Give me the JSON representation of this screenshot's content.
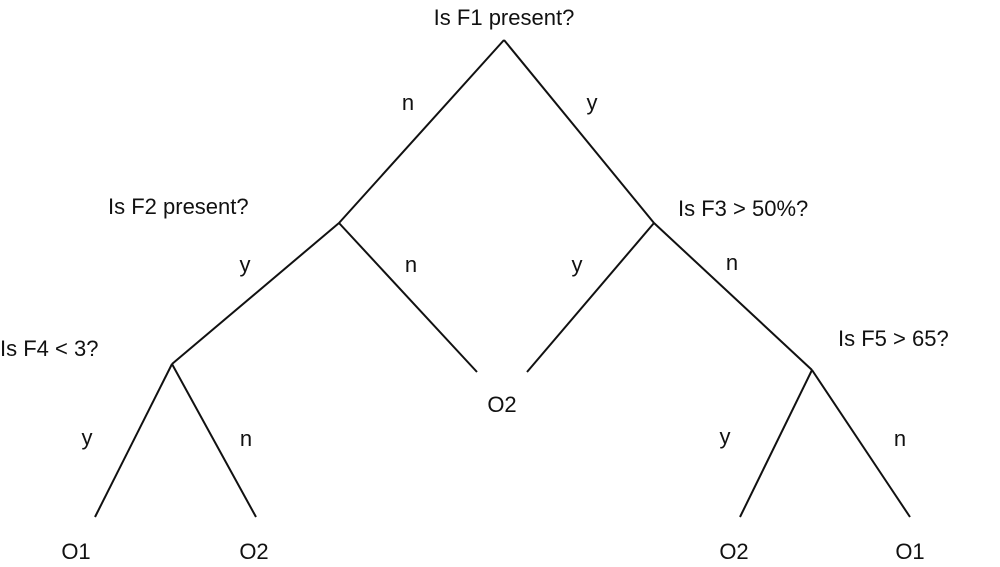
{
  "questions": {
    "q1": "Is F1 present?",
    "q2": "Is F2 present?",
    "q3": "Is F3 > 50%?",
    "q4": "Is F4 < 3?",
    "q5": "Is F5 > 65?"
  },
  "edges": {
    "q1_left": "n",
    "q1_right": "y",
    "q2_left": "y",
    "q2_right": "n",
    "q3_left": "y",
    "q3_right": "n",
    "q4_left": "y",
    "q4_right": "n",
    "q5_left": "y",
    "q5_right": "n"
  },
  "outcomes": {
    "q2_n": "O2",
    "q3_y": "O2",
    "q4_y": "O1",
    "q4_n": "O2",
    "q5_y": "O2",
    "q5_n": "O1"
  },
  "colors": {
    "line": "#111111"
  }
}
